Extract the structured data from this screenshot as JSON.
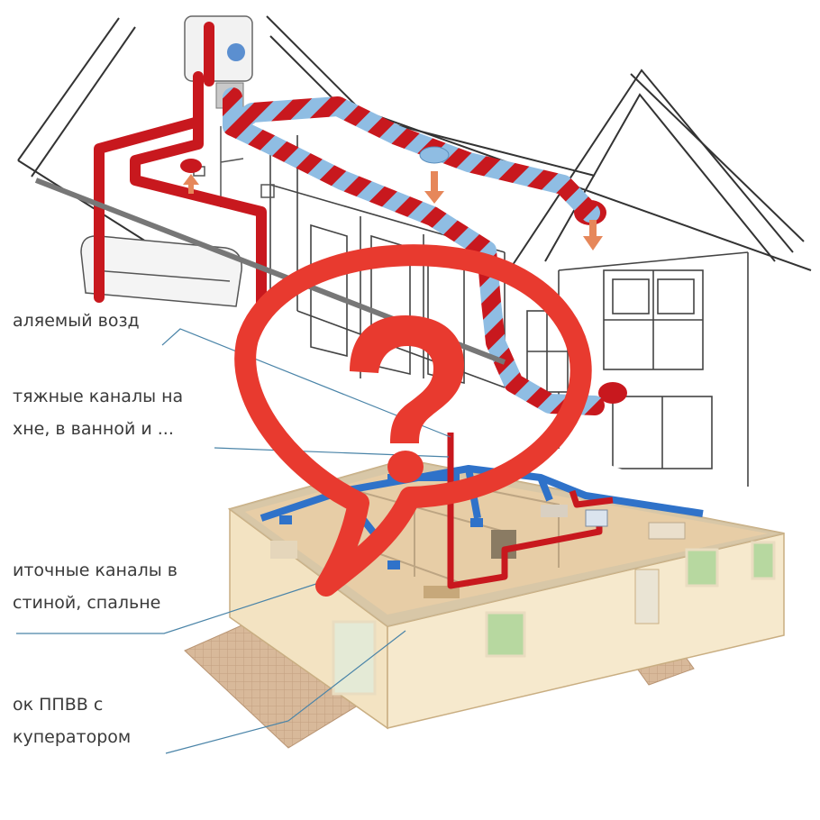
{
  "labels": {
    "exhaust_air": "аляемый возд",
    "exhaust_channels_1": "тяжные каналы на",
    "exhaust_channels_2": "хне, в ванной и ...",
    "supply_channels_1": "иточные каналы в",
    "supply_channels_2": "стиной, спальне",
    "unit_1": "ок ППВВ с",
    "unit_2": "куператором"
  },
  "colors": {
    "warm_duct": "#c8181e",
    "cool_duct": "#7fb2dd",
    "question_mark": "#e83a2f",
    "house_wall": "#f6ead0",
    "floor": "#dfbd91"
  },
  "icons": [
    "question-mark-icon",
    "speech-bubble-icon"
  ]
}
